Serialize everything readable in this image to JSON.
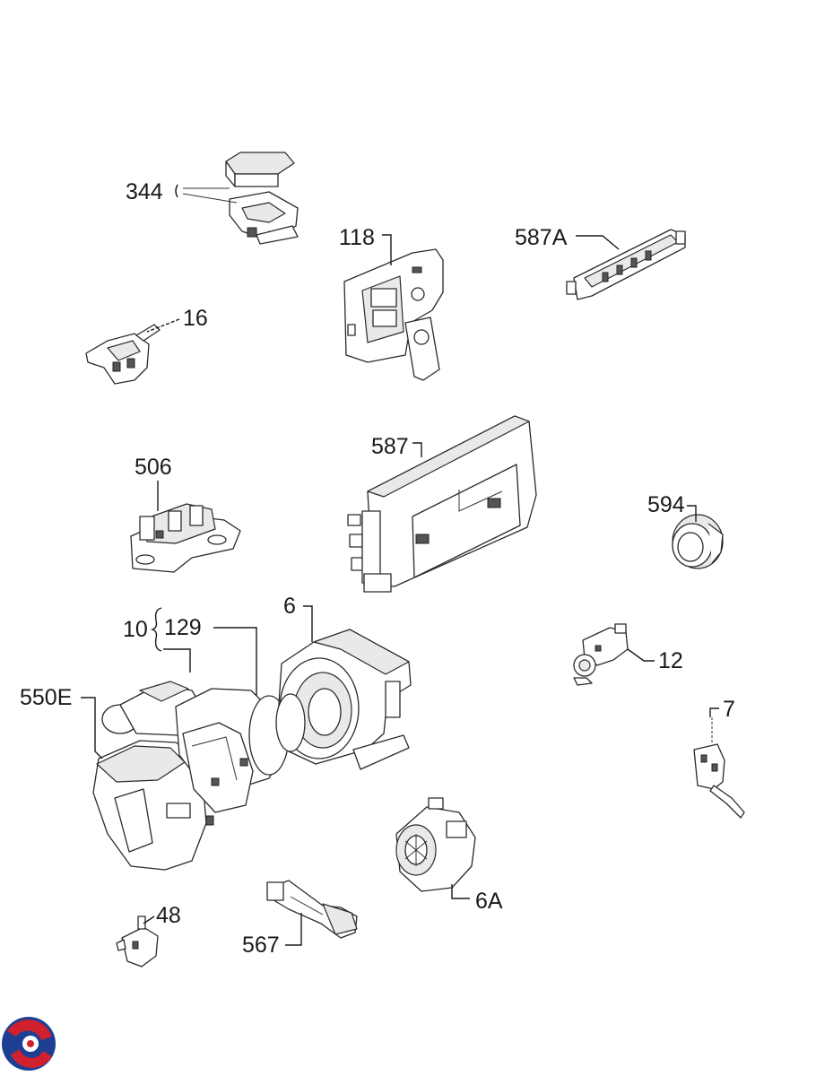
{
  "diagram": {
    "callouts": {
      "c344": "344",
      "c118": "118",
      "c587A": "587A",
      "c16": "16",
      "c506": "506",
      "c587": "587",
      "c594": "594",
      "c6": "6",
      "c10": "10",
      "c129": "129",
      "c550E": "550E",
      "c12": "12",
      "c7": "7",
      "c6A": "6A",
      "c48": "48",
      "c567": "567"
    },
    "logo": {
      "colors": [
        "#1c3f94",
        "#d0202e",
        "#ffffff"
      ]
    }
  }
}
